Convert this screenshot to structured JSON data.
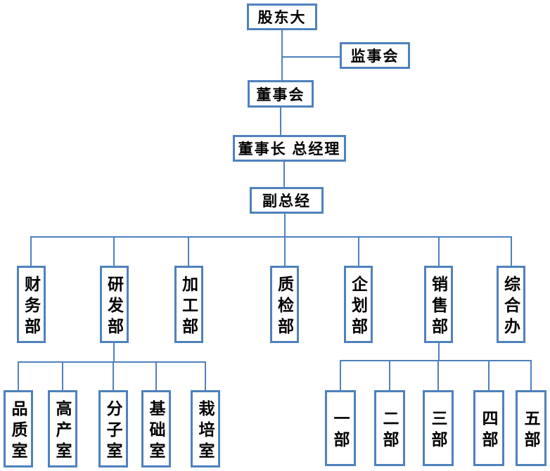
{
  "colors": {
    "line": "#4f81bd",
    "box_border": "#4f81bd",
    "box_background": "#ffffff",
    "text": "#000000",
    "page_background": "#ffffff"
  },
  "nodes": {
    "shareholders": "股东大",
    "supervisory_board": "监事会",
    "board_of_directors": "董事会",
    "chairman_general_manager": "董事长 总经理",
    "deputy_general_manager": "副总经",
    "departments": [
      "财务部",
      "研发部",
      "加工部",
      "质检部",
      "企划部",
      "销售部",
      "综合办"
    ],
    "rd_offices": [
      "品质室",
      "高产室",
      "分子室",
      "基础室",
      "栽培室"
    ],
    "sales_units": [
      "一部",
      "二部",
      "三部",
      "四部",
      "五部"
    ]
  }
}
